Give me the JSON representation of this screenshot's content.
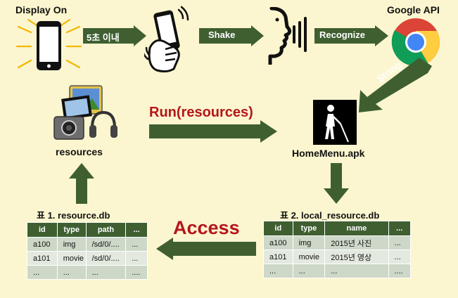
{
  "labels": {
    "display_on": "Display On",
    "google_api": "Google API",
    "resources": "resources",
    "homemenu": "HomeMenu.apk"
  },
  "arrows": {
    "within5s": "5초 이내",
    "shake": "Shake",
    "recognize": "Recognize",
    "string": "String",
    "run": "Run(resources)",
    "access": "Access"
  },
  "table1": {
    "caption": "표 1. resource.db",
    "headers": [
      "id",
      "type",
      "path",
      "..."
    ],
    "rows": [
      [
        "a100",
        "img",
        "/sd/0/....",
        "..."
      ],
      [
        "a101",
        "movie",
        "/sd/0/....",
        "..."
      ],
      [
        "...",
        "...",
        "...",
        "...."
      ]
    ]
  },
  "table2": {
    "caption": "표 2. local_resource.db",
    "headers": [
      "id",
      "type",
      "name",
      "..."
    ],
    "rows": [
      [
        "a100",
        "img",
        "2015년 사진",
        "..."
      ],
      [
        "a101",
        "movie",
        "2015년 영상",
        "..."
      ],
      [
        "...",
        "...",
        "...",
        "...."
      ]
    ]
  },
  "colors": {
    "background": "#fbf6cf",
    "arrow_green": "#3f5f31",
    "accent_red": "#b4161c",
    "table_header": "#3f5f31"
  }
}
